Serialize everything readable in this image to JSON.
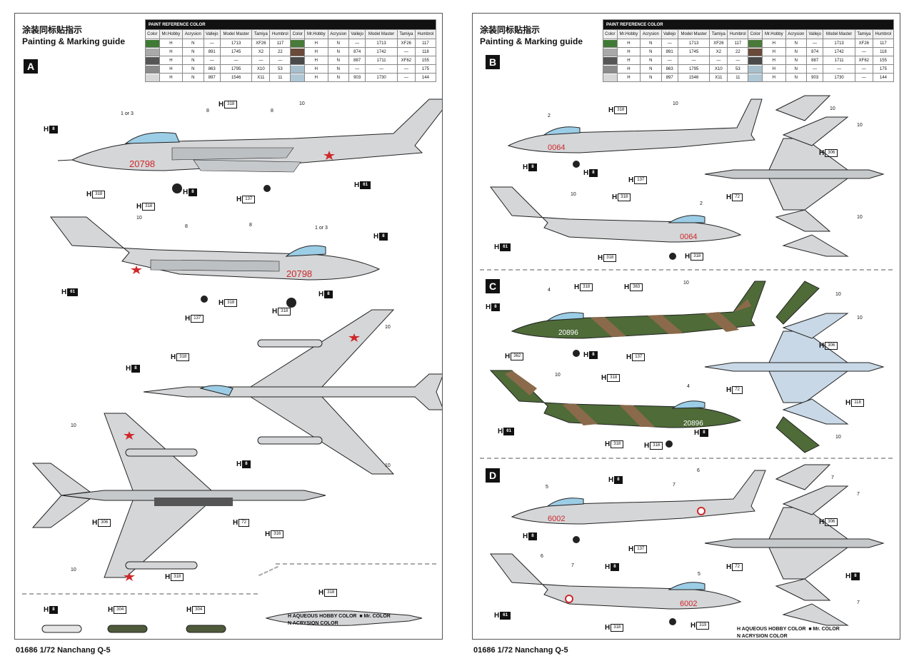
{
  "header": {
    "title_cn": "涂装同标贴指示",
    "title_en": "Painting & Marking guide"
  },
  "paint_table": {
    "caption": "PAINT REFERENCE COLOR",
    "headers": [
      "Color",
      "Mr.Hobby",
      "Acrysion",
      "Vallejo",
      "Model Master",
      "Tamiya",
      "Humbrol"
    ],
    "left_rows": [
      {
        "color": "#3f7a34",
        "values": [
          "—",
          "1713",
          "XF26",
          "117"
        ]
      },
      {
        "color": "#a9a9a9",
        "values": [
          "891",
          "1745",
          "X2",
          "22"
        ]
      },
      {
        "color": "#555555",
        "values": [
          "—",
          "—",
          "—",
          "—"
        ]
      },
      {
        "color": "#8a8a8a",
        "values": [
          "863",
          "1795",
          "X10",
          "53"
        ]
      },
      {
        "color": "#d8d8d8",
        "values": [
          "897",
          "1546",
          "X11",
          "11"
        ]
      }
    ],
    "right_rows": [
      {
        "color": "#4a7a3a",
        "values": [
          "—",
          "1713",
          "XF26",
          "117"
        ]
      },
      {
        "color": "#6a4a3a",
        "values": [
          "874",
          "1742",
          "—",
          "118"
        ]
      },
      {
        "color": "#4a4a4a",
        "values": [
          "887",
          "1711",
          "XF62",
          "155"
        ]
      },
      {
        "color": "#a8c0cc",
        "values": [
          "—",
          "—",
          "—",
          "175"
        ]
      },
      {
        "color": "#b0c8d6",
        "values": [
          "903",
          "1730",
          "—",
          "144"
        ]
      }
    ]
  },
  "colors": {
    "silver": "#d4d6d8",
    "silver_dark": "#9fa3a6",
    "canopy": "#9ccde6",
    "camo_green": "#4e6b38",
    "camo_brown": "#8a6a4a",
    "star_red": "#d0282a",
    "star_yellow": "#f0c020",
    "light_blue": "#c8d8e6"
  },
  "left_sheet": {
    "profile_letter": "A",
    "serial": "20798",
    "callouts": [
      {
        "paint": "8",
        "black": true
      },
      {
        "paint": "318"
      },
      {
        "paint": "8",
        "black": true
      },
      {
        "paint": "318"
      },
      {
        "paint": "8",
        "black": true
      },
      {
        "paint": "61",
        "black": true
      },
      {
        "paint": "137"
      },
      {
        "paint": "318"
      },
      {
        "paint": "8",
        "black": true
      },
      {
        "paint": "318"
      },
      {
        "paint": "318"
      },
      {
        "paint": "61",
        "black": true
      },
      {
        "paint": "137"
      },
      {
        "paint": "8",
        "black": true
      },
      {
        "paint": "8",
        "black": true
      },
      {
        "paint": "318"
      },
      {
        "paint": "8",
        "black": true
      },
      {
        "paint": "306"
      },
      {
        "paint": "72"
      },
      {
        "paint": "316"
      },
      {
        "paint": "318"
      },
      {
        "paint": "318"
      },
      {
        "paint": "8",
        "black": true
      },
      {
        "paint": "304"
      },
      {
        "paint": "304"
      }
    ],
    "numbers": [
      "1 or 3",
      "8",
      "8",
      "10",
      "8",
      "8",
      "10",
      "1 or 3",
      "10",
      "10",
      "10",
      "10"
    ],
    "footer": "01686 1/72 Nanchang Q-5"
  },
  "right_sheet": {
    "letters": [
      "B",
      "C",
      "D"
    ],
    "serials": [
      "0064",
      "0064",
      "20896",
      "20896",
      "6002",
      "6002"
    ],
    "callouts": [
      {
        "paint": "8",
        "black": true
      },
      {
        "paint": "318"
      },
      {
        "paint": "8",
        "black": true
      },
      {
        "paint": "137"
      },
      {
        "paint": "306"
      },
      {
        "paint": "72"
      },
      {
        "paint": "318"
      },
      {
        "paint": "61",
        "black": true
      },
      {
        "paint": "318"
      },
      {
        "paint": "318"
      },
      {
        "paint": "8",
        "black": true
      },
      {
        "paint": "318"
      },
      {
        "paint": "363"
      },
      {
        "paint": "8",
        "black": true
      },
      {
        "paint": "137"
      },
      {
        "paint": "362"
      },
      {
        "paint": "318"
      },
      {
        "paint": "306"
      },
      {
        "paint": "72"
      },
      {
        "paint": "61",
        "black": true
      },
      {
        "paint": "318"
      },
      {
        "paint": "318"
      },
      {
        "paint": "8",
        "black": true
      },
      {
        "paint": "118"
      },
      {
        "paint": "8",
        "black": true
      },
      {
        "paint": "8",
        "black": true
      },
      {
        "paint": "306"
      },
      {
        "paint": "137"
      },
      {
        "paint": "72"
      },
      {
        "paint": "8",
        "black": true
      },
      {
        "paint": "8",
        "black": true
      },
      {
        "paint": "61",
        "black": true
      },
      {
        "paint": "318"
      },
      {
        "paint": "319"
      }
    ],
    "numbers": [
      "2",
      "10",
      "10",
      "10",
      "10",
      "2",
      "10",
      "4",
      "10",
      "10",
      "10",
      "10",
      "4",
      "10",
      "5",
      "7",
      "6",
      "7",
      "7",
      "6",
      "7",
      "5",
      "7"
    ],
    "footer": "01686 1/72 Nanchang Q-5"
  },
  "legend": {
    "h_label": "H",
    "h_text": "AQUEOUS HOBBY COLOR",
    "n_label": "N",
    "n_text": "ACRYSION COLOR",
    "mr_label": "Mr. COLOR"
  }
}
